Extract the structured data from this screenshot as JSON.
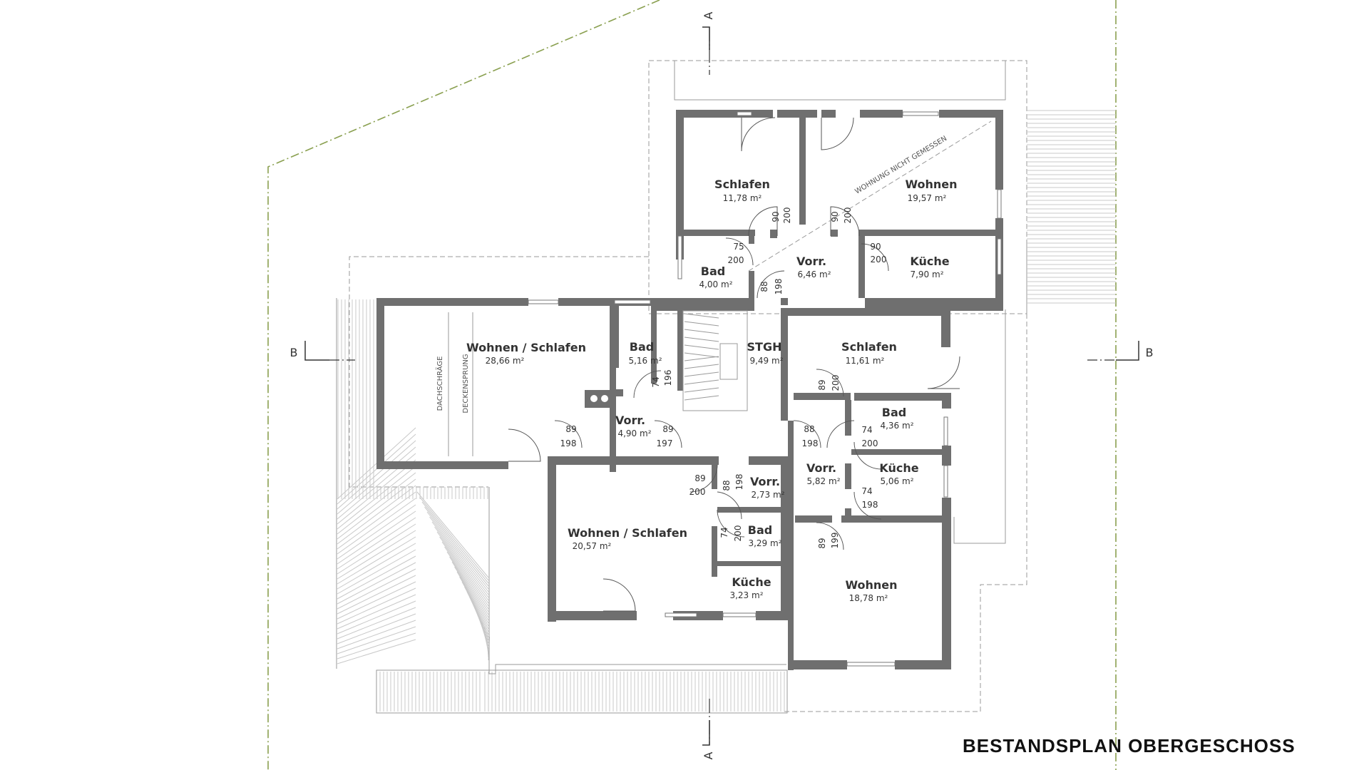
{
  "title": "BESTANDSPLAN OBERGESCHOSS",
  "section_markers": {
    "a_top": "A",
    "a_bottom": "A",
    "b_left": "B",
    "b_right": "B"
  },
  "rooms": [
    {
      "name": "Schlafen",
      "area": "11,78 m²"
    },
    {
      "name": "Wohnen",
      "area": "19,57 m²"
    },
    {
      "name": "Bad",
      "area": "4,00 m²"
    },
    {
      "name": "Vorr.",
      "area": "6,46 m²"
    },
    {
      "name": "Küche",
      "area": "7,90 m²"
    },
    {
      "name": "Wohnen / Schlafen",
      "area": "28,66 m²"
    },
    {
      "name": "Bad",
      "area": "5,16 m²"
    },
    {
      "name": "STGH",
      "area": "9,49 m²"
    },
    {
      "name": "Schlafen",
      "area": "11,61 m²"
    },
    {
      "name": "Vorr.",
      "area": "4,90 m²"
    },
    {
      "name": "Bad",
      "area": "4,36 m²"
    },
    {
      "name": "Küche",
      "area": "5,06 m²"
    },
    {
      "name": "Vorr.",
      "area": "5,82 m²"
    },
    {
      "name": "Vorr.",
      "area": "2,73 m²"
    },
    {
      "name": "Wohnen / Schlafen",
      "area": "20,57 m²"
    },
    {
      "name": "Bad",
      "area": "3,29 m²"
    },
    {
      "name": "Küche",
      "area": "3,23 m²"
    },
    {
      "name": "Wohnen",
      "area": "18,78 m²"
    }
  ],
  "door_dimensions": [
    "90",
    "200",
    "90",
    "200",
    "75",
    "200",
    "90",
    "200",
    "88",
    "198",
    "74",
    "196",
    "89",
    "200",
    "89",
    "198",
    "89",
    "197",
    "88",
    "198",
    "74",
    "200",
    "89",
    "200",
    "88",
    "198",
    "74",
    "198",
    "74",
    "200",
    "89",
    "199"
  ],
  "annotations": {
    "not_measured": "WOHNUNG NICHT GEMESSEN",
    "roof_slope": "DACHSCHRÄGE",
    "ceiling_step": "DECKENSPRUNG"
  }
}
